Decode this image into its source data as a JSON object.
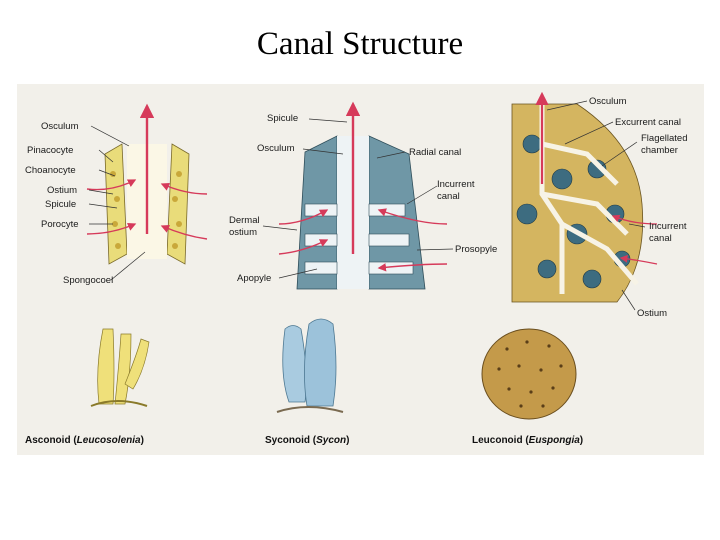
{
  "slide": {
    "title": "Canal Structure"
  },
  "asconoid": {
    "labels": {
      "osculum": "Osculum",
      "pinacocyte": "Pinacocyte",
      "choanocyte": "Choanocyte",
      "ostium": "Ostium",
      "spicule": "Spicule",
      "porocyte": "Porocyte",
      "spongocoel": "Spongocoel"
    },
    "caption": {
      "name": "Asconoid (",
      "genus": "Leucosolenia",
      "close": ")"
    }
  },
  "syconoid": {
    "labels": {
      "spicule": "Spicule",
      "osculum": "Osculum",
      "radial_canal": "Radial canal",
      "incurrent_canal_1": "Incurrent",
      "incurrent_canal_2": "canal",
      "dermal_ostium_1": "Dermal",
      "dermal_ostium_2": "ostium",
      "prosopyle": "Prosopyle",
      "apopyle": "Apopyle"
    },
    "caption": {
      "name": "Syconoid (",
      "genus": "Sycon",
      "close": ")"
    }
  },
  "leuconoid": {
    "labels": {
      "osculum": "Osculum",
      "excurrent_canal": "Excurrent canal",
      "flagellated_chamber_1": "Flagellated",
      "flagellated_chamber_2": "chamber",
      "incurrent_canal_1": "Incurrent",
      "incurrent_canal_2": "canal",
      "ostium": "Ostium"
    },
    "caption": {
      "name": "Leuconoid (",
      "genus": "Euspongia",
      "close": ")"
    }
  },
  "colors": {
    "background": "#ffffff",
    "panel": "#f2f0ea",
    "asconoid_body": "#e9dc7a",
    "syconoid_body": "#6f97a6",
    "leuconoid_body": "#d4b560",
    "flow_arrows": "#d63a5a"
  }
}
